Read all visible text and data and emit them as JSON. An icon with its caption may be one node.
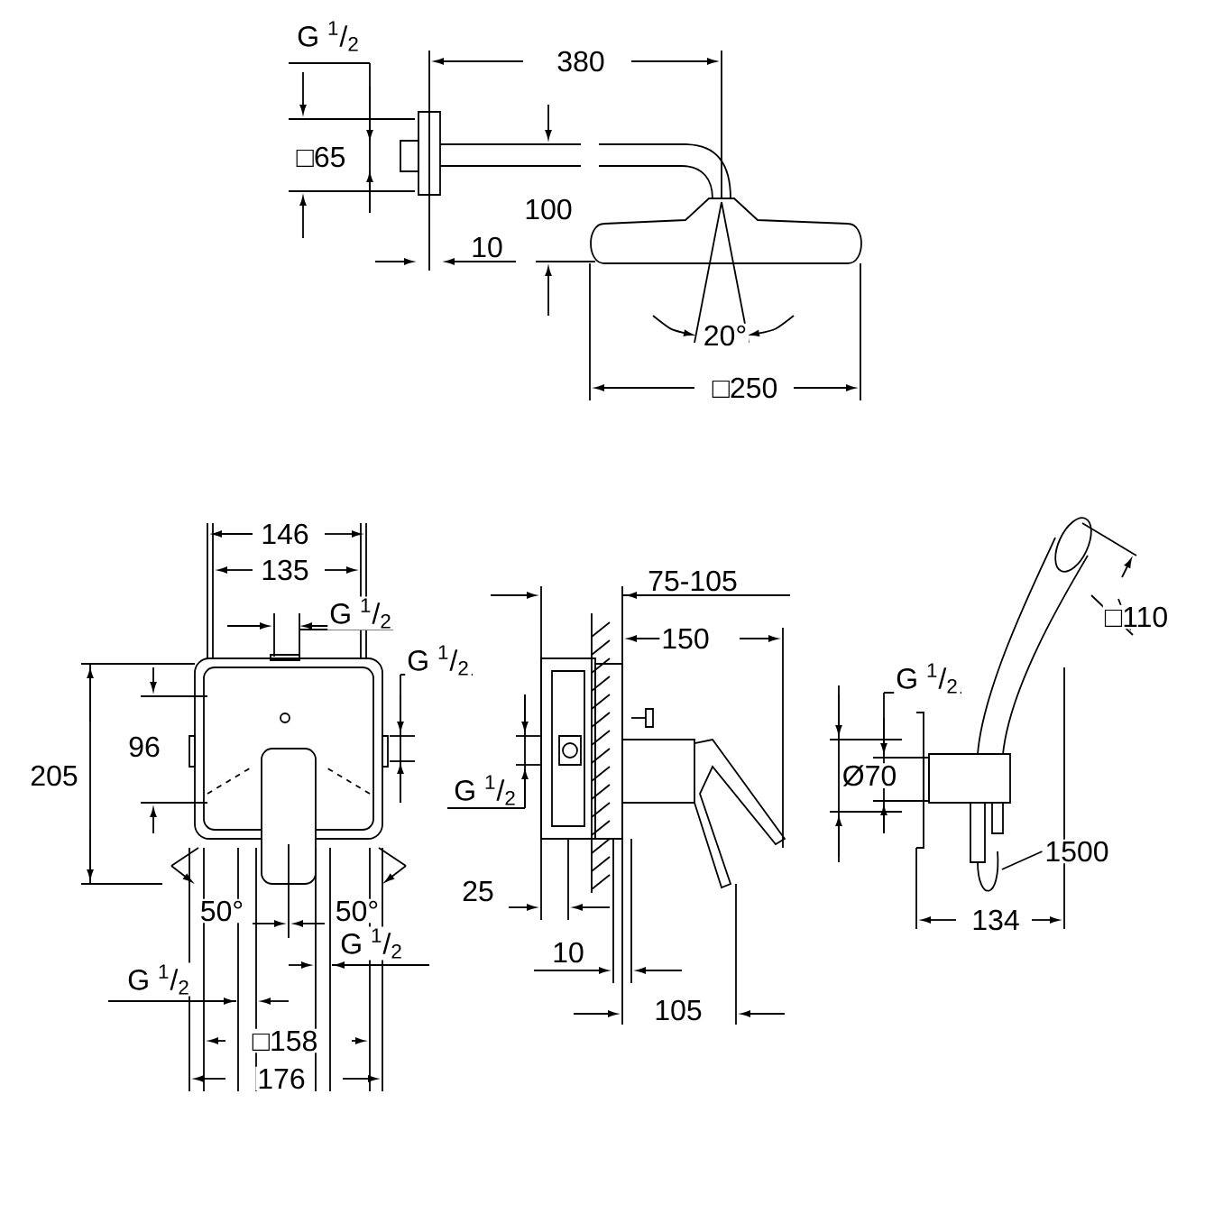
{
  "diagram": {
    "nodes": [
      {
        "text": [
          "1500"
        ]
      },
      {
        "text": [],
        "shape": "hose"
      }
    ],
    "edges": [
      {
        "from": 0,
        "to": 1,
        "arrow": "none"
      }
    ],
    "labels": [
      "G $^{1}$/$_{2}$",
      "380",
      "□65",
      "100",
      "10",
      "20°",
      "□250",
      "146",
      "135",
      "G $^{1}$/$_{2}$",
      "G $^{1}$/$_{2}$",
      "205",
      "96",
      "50°",
      "50°",
      "G $^{1}$/$_{2}$",
      "G $^{1}$/$_{2}$",
      "□158",
      "176",
      "75-105",
      "150",
      "G $^{1}$/$_{2}$",
      "25",
      "10",
      "105",
      "□110",
      "G $^{1}$/$_{2}$",
      "Ø70",
      "134"
    ]
  }
}
